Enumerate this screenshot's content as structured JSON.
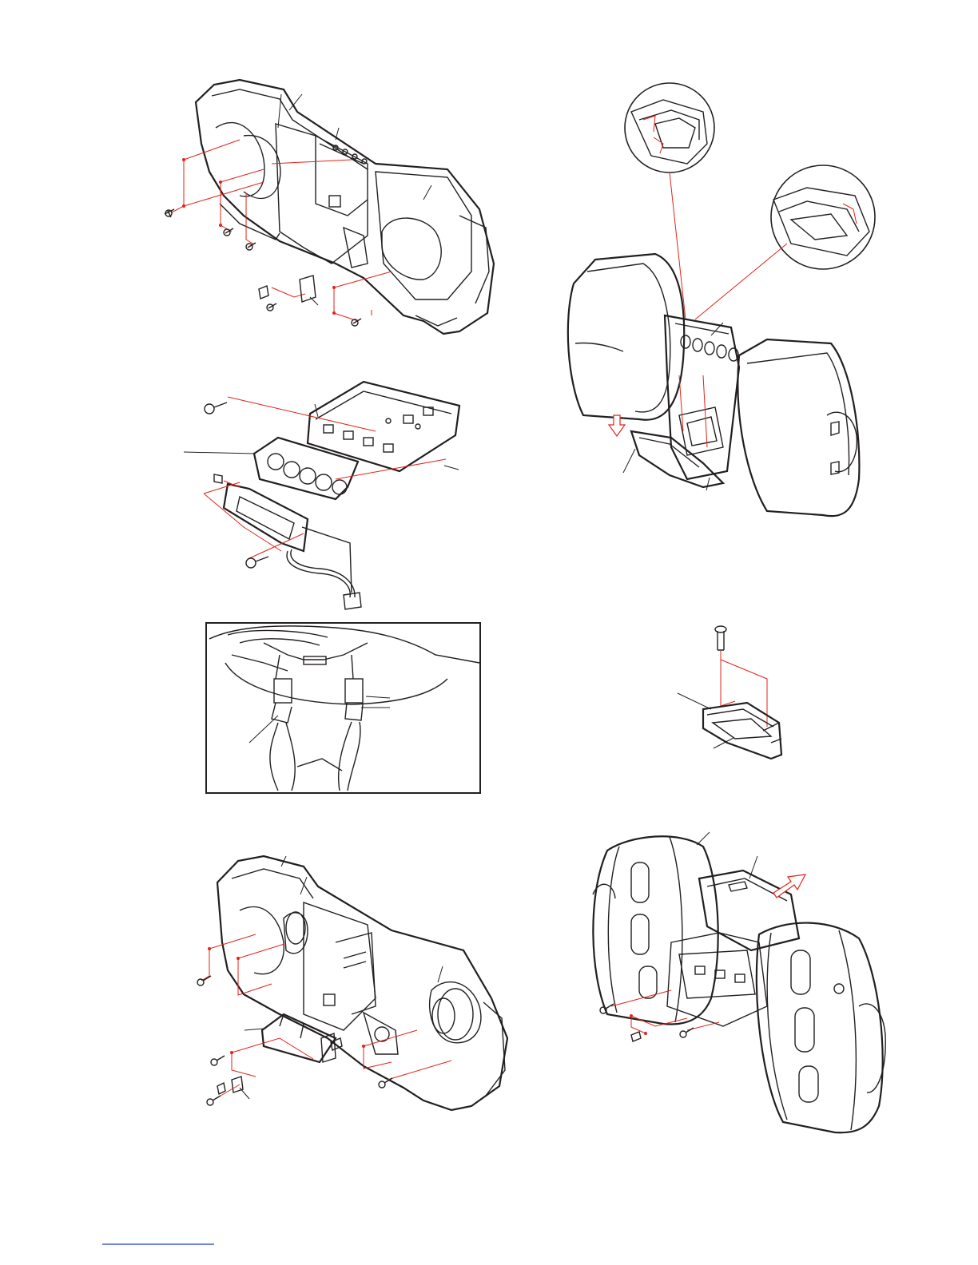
{
  "page": {
    "background": "#ffffff",
    "line_color": "#231f20",
    "guide_color": "#e2231a",
    "footer_rule_color": "#1f3fbf"
  },
  "figures": [
    {
      "id": "fig-1",
      "subject": "cabinet-back-screws-and-bracket"
    },
    {
      "id": "fig-2",
      "subject": "front-panel-button-board"
    },
    {
      "id": "fig-3",
      "subject": "speaker-cable-connectors-closeup"
    },
    {
      "id": "fig-4",
      "subject": "cabinet-with-speakers"
    },
    {
      "id": "fig-5",
      "subject": "front-cabinet-door-removal"
    },
    {
      "id": "fig-6",
      "subject": "small-bracket-screw"
    },
    {
      "id": "fig-7",
      "subject": "rear-cover-removal"
    }
  ],
  "icons": [
    "screw-icon",
    "down-arrow-icon",
    "up-right-arrow-icon"
  ]
}
